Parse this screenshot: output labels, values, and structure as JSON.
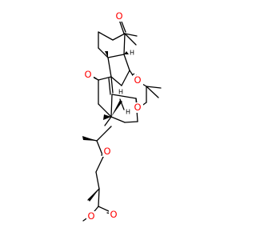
{
  "colors": {
    "oxygen": "#ff0000",
    "carbon": "#000000",
    "background": "#ffffff"
  },
  "labels": {
    "o_ketone_top": "O",
    "o_ketone_mid": "O",
    "o_ring_upper": "O",
    "o_ring_lower": "O",
    "o_side_ketone": "O",
    "o_ester_carbonyl": "O",
    "o_ester_ether": "O",
    "h_upper": "H",
    "h_lower": "H",
    "h_side": "H"
  }
}
